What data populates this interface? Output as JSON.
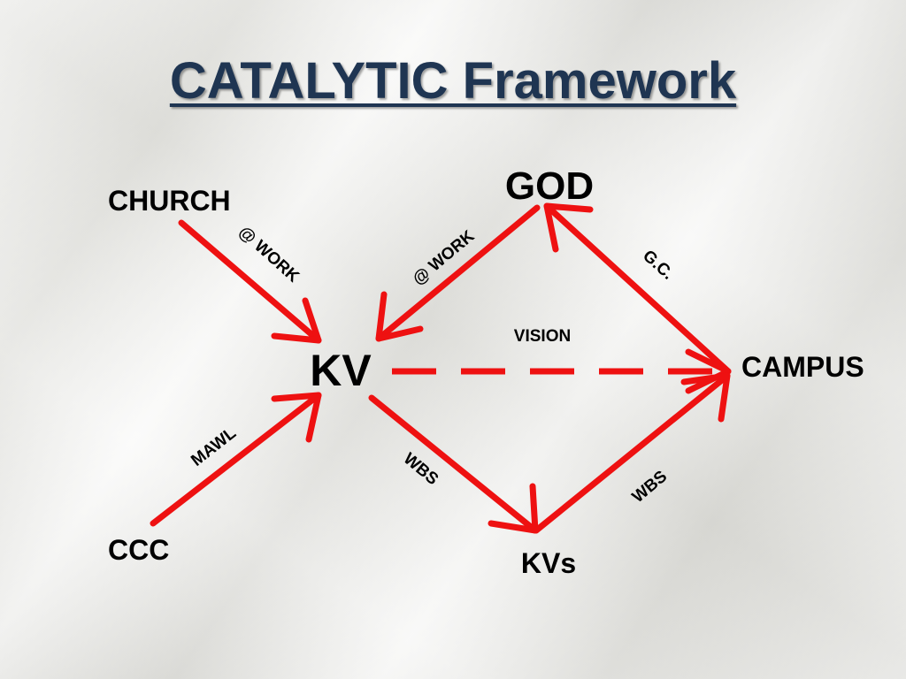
{
  "title": "CATALYTIC Framework",
  "colors": {
    "title": "#1f3552",
    "arrow": "#ee1111",
    "text": "#000000"
  },
  "nodes": {
    "god": "GOD",
    "church": "CHURCH",
    "kv": "KV",
    "campus": "CAMPUS",
    "ccc": "CCC",
    "kvs": "KVs"
  },
  "edge_labels": {
    "church_kv": "@ WORK",
    "god_kv": "@ WORK",
    "campus_god": "G.C.",
    "kv_campus": "VISION",
    "ccc_kv": "MAWL",
    "kv_kvs": "WBS",
    "kvs_campus": "WBS"
  }
}
